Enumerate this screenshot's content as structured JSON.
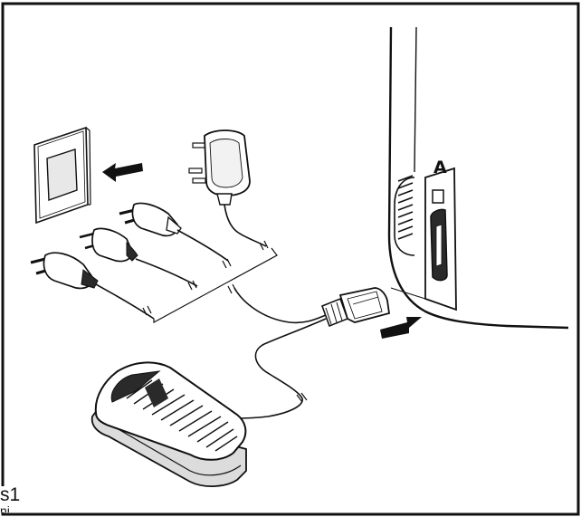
{
  "figure": {
    "callout_a": "A",
    "corner_text_line1": "s1",
    "corner_text_line2": "ni"
  },
  "colors": {
    "ink": "#111111",
    "paper": "#ffffff",
    "gray_fill": "#dcdcdc",
    "dark_fill": "#2a2a2a"
  },
  "icons": [
    "wall-socket-icon",
    "direction-arrow-icon",
    "power-adapter-icon",
    "eu-plug-icon",
    "us-plug-icon",
    "foot-controller-icon",
    "connector-plug-icon",
    "sewing-machine-icon"
  ]
}
